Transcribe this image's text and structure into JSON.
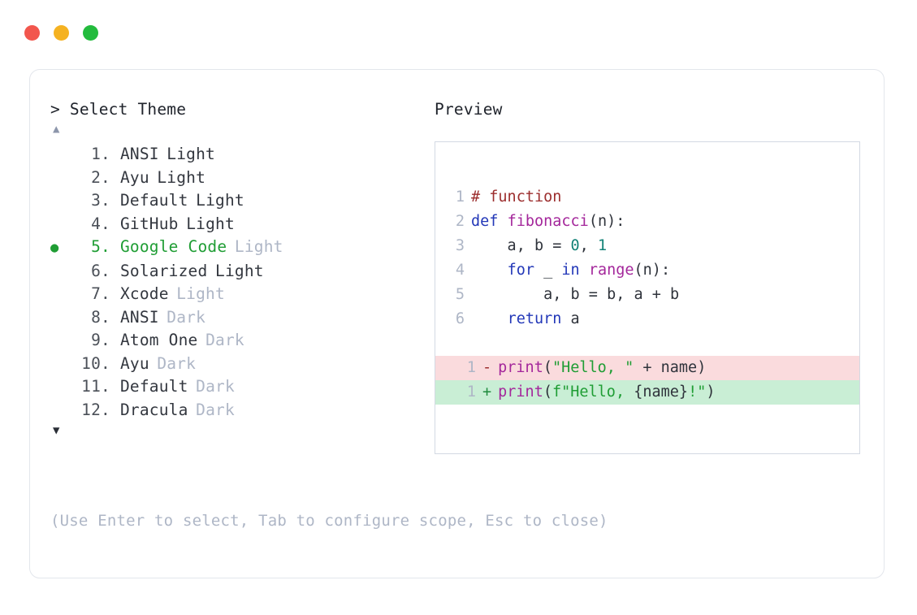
{
  "window": {
    "dots": [
      {
        "name": "close",
        "color": "#f2564d"
      },
      {
        "name": "minimize",
        "color": "#f5b221"
      },
      {
        "name": "maximize",
        "color": "#23bb3d"
      }
    ]
  },
  "prompt": {
    "caret": ">",
    "label": "Select Theme"
  },
  "scroll": {
    "up_arrow": "▲",
    "down_arrow": "▼"
  },
  "list": {
    "selected_index": 5,
    "bullet": "●",
    "items": [
      {
        "index": "1.",
        "name": "ANSI",
        "variant": "Light",
        "variant_dim": false,
        "selected": false,
        "bullet": ""
      },
      {
        "index": "2.",
        "name": "Ayu",
        "variant": "Light",
        "variant_dim": false,
        "selected": false,
        "bullet": ""
      },
      {
        "index": "3.",
        "name": "Default",
        "variant": "Light",
        "variant_dim": false,
        "selected": false,
        "bullet": ""
      },
      {
        "index": "4.",
        "name": "GitHub",
        "variant": "Light",
        "variant_dim": false,
        "selected": false,
        "bullet": ""
      },
      {
        "index": "5.",
        "name": "Google Code",
        "variant": "Light",
        "variant_dim": true,
        "selected": true,
        "bullet": "●"
      },
      {
        "index": "6.",
        "name": "Solarized",
        "variant": "Light",
        "variant_dim": false,
        "selected": false,
        "bullet": ""
      },
      {
        "index": "7.",
        "name": "Xcode",
        "variant": "Light",
        "variant_dim": true,
        "selected": false,
        "bullet": ""
      },
      {
        "index": "8.",
        "name": "ANSI",
        "variant": "Dark",
        "variant_dim": true,
        "selected": false,
        "bullet": ""
      },
      {
        "index": "9.",
        "name": "Atom One",
        "variant": "Dark",
        "variant_dim": true,
        "selected": false,
        "bullet": ""
      },
      {
        "index": "10.",
        "name": "Ayu",
        "variant": "Dark",
        "variant_dim": true,
        "selected": false,
        "bullet": ""
      },
      {
        "index": "11.",
        "name": "Default",
        "variant": "Dark",
        "variant_dim": true,
        "selected": false,
        "bullet": ""
      },
      {
        "index": "12.",
        "name": "Dracula",
        "variant": "Dark",
        "variant_dim": true,
        "selected": false,
        "bullet": ""
      }
    ]
  },
  "hint": "(Use Enter to select, Tab to configure scope, Esc to close)",
  "preview": {
    "title": "Preview",
    "code_lines": [
      {
        "number": "1",
        "tokens": [
          {
            "t": "# function",
            "c": "tok-comment"
          }
        ]
      },
      {
        "number": "2",
        "tokens": [
          {
            "t": "def ",
            "c": "tok-keyword"
          },
          {
            "t": "fibonacci",
            "c": "tok-function"
          },
          {
            "t": "(n):",
            "c": "tok-plain"
          }
        ]
      },
      {
        "number": "3",
        "tokens": [
          {
            "t": "    a, b = ",
            "c": "tok-plain"
          },
          {
            "t": "0",
            "c": "tok-number"
          },
          {
            "t": ", ",
            "c": "tok-plain"
          },
          {
            "t": "1",
            "c": "tok-number"
          }
        ]
      },
      {
        "number": "4",
        "tokens": [
          {
            "t": "    ",
            "c": "tok-plain"
          },
          {
            "t": "for",
            "c": "tok-keyword"
          },
          {
            "t": " _ ",
            "c": "tok-plain"
          },
          {
            "t": "in",
            "c": "tok-keyword"
          },
          {
            "t": " ",
            "c": "tok-plain"
          },
          {
            "t": "range",
            "c": "tok-function"
          },
          {
            "t": "(n):",
            "c": "tok-plain"
          }
        ]
      },
      {
        "number": "5",
        "tokens": [
          {
            "t": "        a, b = b, a + b",
            "c": "tok-plain"
          }
        ]
      },
      {
        "number": "6",
        "tokens": [
          {
            "t": "    ",
            "c": "tok-plain"
          },
          {
            "t": "return",
            "c": "tok-keyword"
          },
          {
            "t": " a",
            "c": "tok-plain"
          }
        ]
      }
    ],
    "diff_lines": [
      {
        "number": "1",
        "marker": "-",
        "kind": "removed",
        "tokens": [
          {
            "t": "print",
            "c": "tok-function"
          },
          {
            "t": "(",
            "c": "tok-plain"
          },
          {
            "t": "\"Hello, \"",
            "c": "tok-string"
          },
          {
            "t": " + name)",
            "c": "tok-plain"
          }
        ]
      },
      {
        "number": "1",
        "marker": "+",
        "kind": "added",
        "tokens": [
          {
            "t": "print",
            "c": "tok-function"
          },
          {
            "t": "(",
            "c": "tok-plain"
          },
          {
            "t": "f\"Hello, ",
            "c": "tok-string"
          },
          {
            "t": "{name}",
            "c": "tok-plain"
          },
          {
            "t": "!\"",
            "c": "tok-string"
          },
          {
            "t": ")",
            "c": "tok-plain"
          }
        ]
      }
    ]
  },
  "colors": {
    "accent_green": "#1f9d34",
    "dim_text": "#aeb6c6",
    "body_text": "#33373f",
    "card_border": "#e3e6ec",
    "preview_border": "#d3d9e3",
    "diff_removed_bg": "#fadbdd",
    "diff_added_bg": "#c9eed5"
  }
}
